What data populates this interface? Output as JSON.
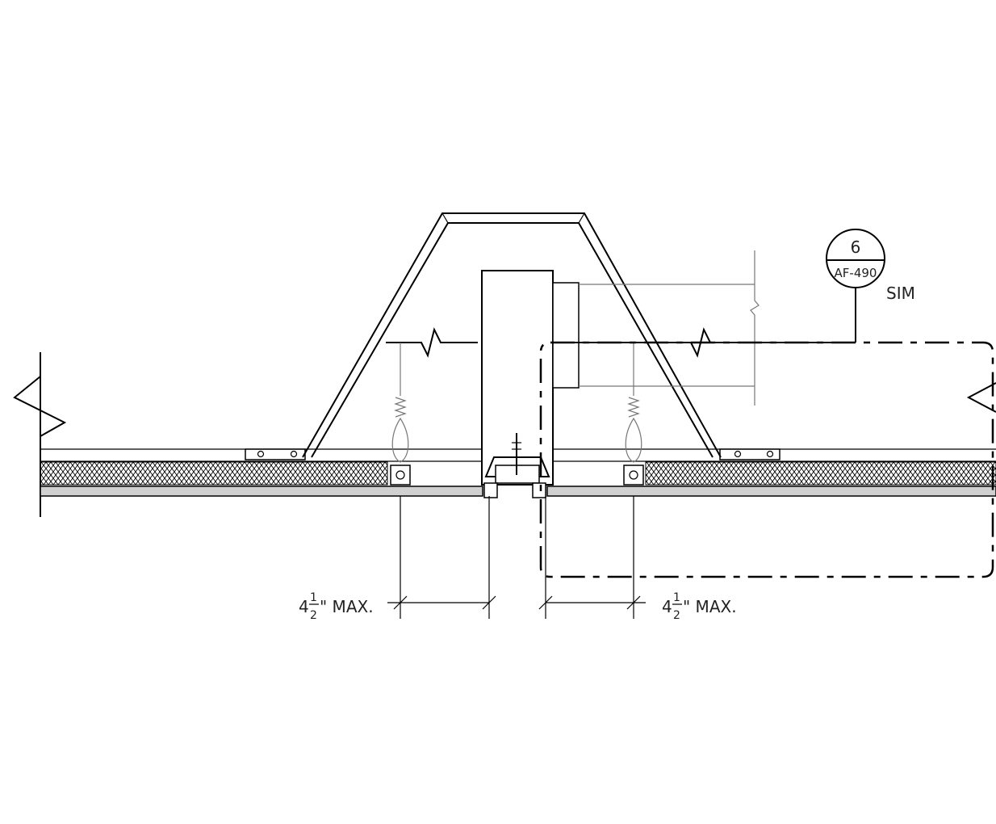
{
  "callout": {
    "number": "6",
    "sheet": "AF-490",
    "note": "SIM"
  },
  "dimensions": [
    {
      "whole": "4",
      "num": "1",
      "den": "2",
      "suffix": "\" MAX."
    },
    {
      "whole": "4",
      "num": "1",
      "den": "2",
      "suffix": "\" MAX."
    }
  ]
}
